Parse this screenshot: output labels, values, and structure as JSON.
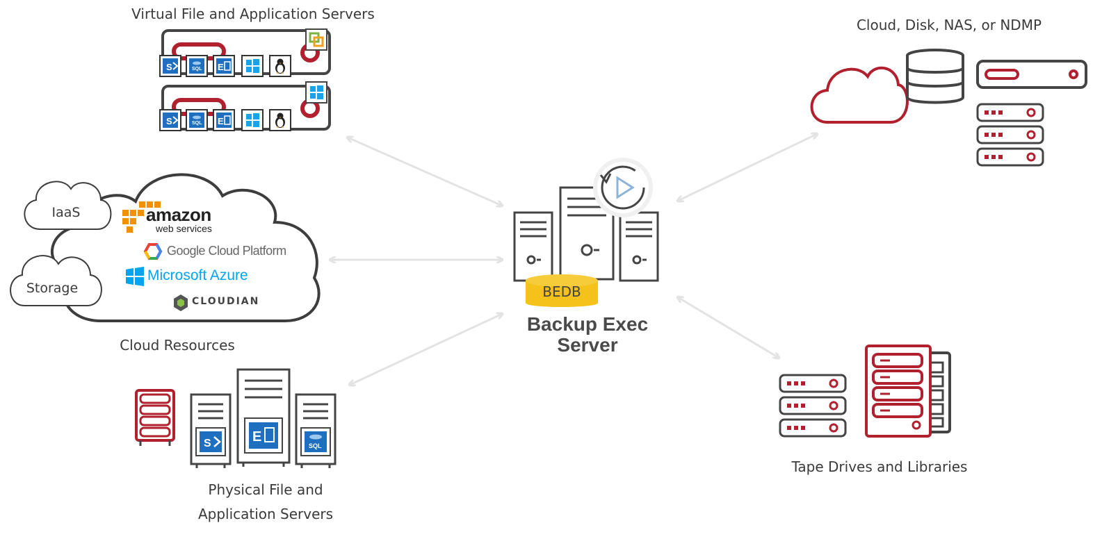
{
  "labels": {
    "virtual_servers": "Virtual File and Application Servers",
    "cloud_disk": "Cloud, Disk, NAS, or NDMP",
    "cloud_resources": "Cloud Resources",
    "physical_line1": "Physical File and",
    "physical_line2": "Application Servers",
    "tape": "Tape Drives and Libraries",
    "backup_line1": "Backup Exec",
    "backup_line2": "Server",
    "bedb": "BEDB",
    "iaas": "IaaS",
    "storage": "Storage"
  },
  "cloud_providers": {
    "amazon": "amazon",
    "amazon_sub": "web services",
    "google": "Google Cloud Platform",
    "azure": "Microsoft Azure",
    "cloudian": "CLOUDIAN"
  },
  "app_icons": {
    "sharepoint": "S",
    "sql": "SQL",
    "exchange": "E"
  },
  "colors": {
    "brand_red": "#b0202e",
    "dark_gray": "#444444",
    "arrow_gray": "#e3e3e3",
    "db_yellow": "#f5c21b",
    "icon_blue": "#1e6fc0",
    "azure_blue": "#00a4ef"
  }
}
